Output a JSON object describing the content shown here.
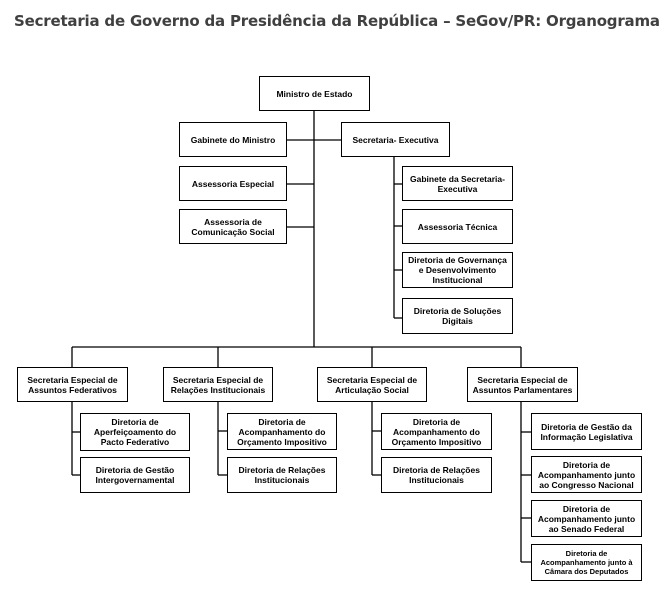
{
  "title": "Secretaria de Governo da Presidência da República – SeGov/PR: Organograma",
  "nodes": {
    "ministro": "Ministro de Estado",
    "gabinete_ministro": "Gabinete do Ministro",
    "assessoria_especial": "Assessoria Especial",
    "assessoria_comunicacao": "Assessoria de Comunicação Social",
    "secretaria_executiva": "Secretaria- Executiva",
    "gabinete_secretaria_executiva": "Gabinete da Secretaria-Executiva",
    "assessoria_tecnica": "Assessoria Técnica",
    "diretoria_governanca": "Diretoria de Governança e Desenvolvimento Institucional",
    "diretoria_solucoes_digitais": "Diretoria de Soluções Digitais",
    "sec_assuntos_federativos": "Secretaria Especial de Assuntos Federativos",
    "dir_aperfeicoamento_pacto": "Diretoria de Aperfeiçoamento do Pacto Federativo",
    "dir_gestao_intergovernamental": "Diretoria de Gestão Intergovernamental",
    "sec_relacoes_institucionais": "Secretaria Especial de Relações Institucionais",
    "dir_acomp_orcamento_1": "Diretoria de Acompanhamento do Orçamento Impositivo",
    "dir_relacoes_institucionais_1": "Diretoria de Relações Institucionais",
    "sec_articulacao_social": "Secretaria Especial de Articulação Social",
    "dir_acomp_orcamento_2": "Diretoria de Acompanhamento do Orçamento Impositivo",
    "dir_relacoes_institucionais_2": "Diretoria de Relações Institucionais",
    "sec_assuntos_parlamentares": "Secretaria Especial de Assuntos Parlamentares",
    "dir_gestao_informacao_legislativa": "Diretoria de Gestão da Informação Legislativa",
    "dir_acomp_congresso": "Diretoria de Acompanhamento junto ao Congresso Nacional",
    "dir_acomp_senado": "Diretoria de Acompanhamento junto ao Senado Federal",
    "dir_acomp_camara": "Diretoria de Acompanhamento junto à Câmara dos Deputados"
  }
}
